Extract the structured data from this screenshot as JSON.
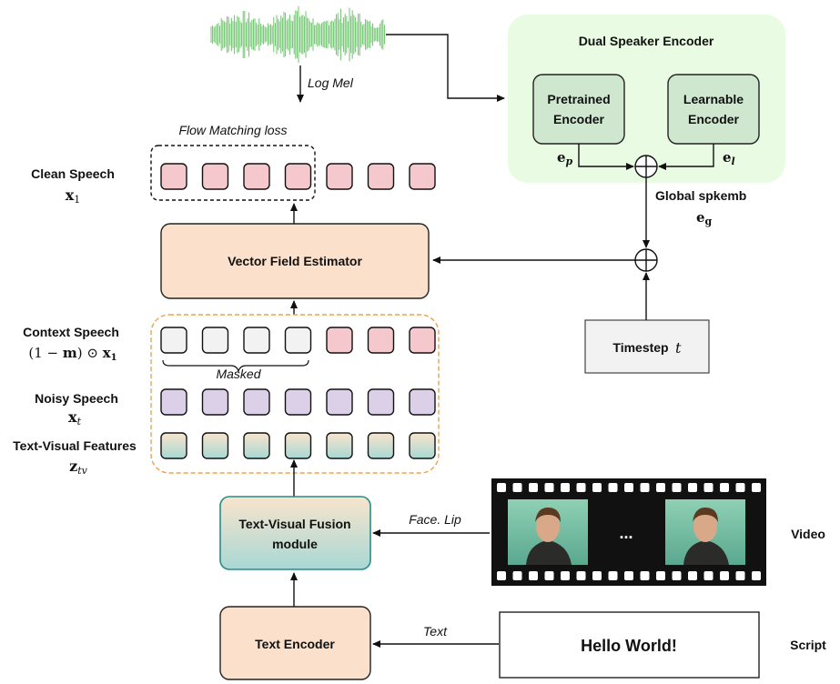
{
  "labels": {
    "log_mel": "Log Mel",
    "flow_loss": "Flow Matching loss",
    "clean_speech": "Clean Speech",
    "clean_speech_math": "x₁",
    "context_speech": "Context Speech",
    "context_speech_math": "(1 − m) ⊙ x₁",
    "masked": "Masked",
    "noisy_speech": "Noisy Speech",
    "noisy_speech_math": "xₜ",
    "tv_features": "Text-Visual Features",
    "tv_features_math": "z_tv",
    "global_spkemb": "Global spkemb",
    "global_spkemb_math": "e_g",
    "face_lip": "Face. Lip",
    "text_arrow": "Text",
    "video": "Video",
    "script": "Script",
    "ellipsis": "..."
  },
  "modules": {
    "vector_field": "Vector Field Estimator",
    "dual_speaker": "Dual Speaker Encoder",
    "pretrained_l1": "Pretrained",
    "pretrained_l2": "Encoder",
    "pretrained_math": "e_p",
    "learnable_l1": "Learnable",
    "learnable_l2": "Encoder",
    "learnable_math": "e_l",
    "timestep": "Timestep",
    "timestep_math": "t",
    "fusion_l1": "Text-Visual Fusion",
    "fusion_l2": "module",
    "text_encoder": "Text Encoder",
    "script_text": "Hello World!"
  },
  "colors": {
    "clean_token": "#f4c8cc",
    "masked_token": "#f2f2f2",
    "noisy_token": "#dcd0e8",
    "fusion_top": "#f9e4cc",
    "fusion_bottom": "#a8d8d4",
    "orange_box": "#fbe0cb",
    "green_panel": "#eafbe3",
    "encoder_box": "#cfe6cf",
    "dashed_orange": "#f0a04b",
    "waveform": "#6cc46c"
  },
  "rows": {
    "clean": [
      "clean",
      "clean",
      "clean",
      "clean",
      "clean",
      "clean",
      "clean"
    ],
    "context": [
      "masked",
      "masked",
      "masked",
      "masked",
      "clean",
      "clean",
      "clean"
    ],
    "noisy": [
      "noisy",
      "noisy",
      "noisy",
      "noisy",
      "noisy",
      "noisy",
      "noisy"
    ],
    "tv": [
      "tv",
      "tv",
      "tv",
      "tv",
      "tv",
      "tv",
      "tv"
    ]
  }
}
